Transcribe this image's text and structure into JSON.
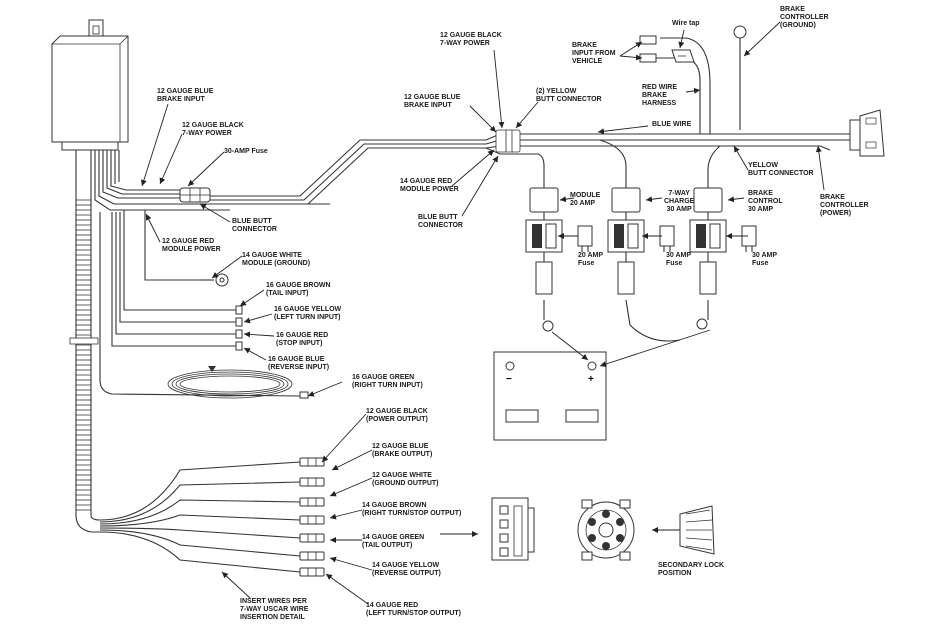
{
  "labels": {
    "brake_controller_ground": "BRAKE\nCONTROLLER\n(GROUND)",
    "wire_tap": "Wire tap",
    "brake_input_from_vehicle": "BRAKE\nINPUT FROM\nVEHICLE",
    "red_wire_brake_harness": "RED WIRE\nBRAKE\nHARNESS",
    "blue_wire": "BLUE WIRE",
    "black_7way_power_top": "12 GAUGE BLACK\n7-WAY POWER",
    "blue_brake_input_top": "12 GAUGE BLUE\nBRAKE INPUT",
    "yellow_butt_connector_2": "(2) YELLOW\nBUTT CONNECTOR",
    "red_module_power_mid": "14 GAUGE RED\nMODULE POWER",
    "blue_butt_connector_mid": "BLUE BUTT\nCONNECTOR",
    "module_20_amp": "MODULE\n20 AMP",
    "charge_7way_30_amp": "7-WAY\nCHARGE\n30 AMP",
    "brake_control_30_amp": "BRAKE\nCONTROL\n30 AMP",
    "yellow_butt_connector": "YELLOW\nBUTT CONNECTOR",
    "brake_controller_power": "BRAKE\nCONTROLLER\n(POWER)",
    "fuse_20": "20 AMP\nFuse",
    "fuse_30_a": "30 AMP\nFuse",
    "fuse_30_b": "30 AMP\nFuse",
    "blue_brake_input_left": "12 GAUGE BLUE\nBRAKE INPUT",
    "black_7way_power_left": "12 GAUGE BLACK\n7-WAY POWER",
    "fuse_30_left": "30-AMP Fuse",
    "blue_butt_connector_left": "BLUE BUTT\nCONNECTOR",
    "red_module_power_left": "12 GAUGE RED\nMODULE POWER",
    "white_module_ground": "14 GAUGE WHITE\nMODULE (GROUND)",
    "brown_tail_input": "16 GAUGE BROWN\n(TAIL INPUT)",
    "yellow_left_turn_input": "16 GAUGE YELLOW\n(LEFT TURN INPUT)",
    "red_stop_input": "16 GAUGE RED\n(STOP INPUT)",
    "blue_reverse_input": "16 GAUGE BLUE\n(REVERSE INPUT)",
    "green_right_turn_input": "16 GAUGE GREEN\n(RIGHT TURN INPUT)",
    "black_power_output": "12 GAUGE BLACK\n(POWER OUTPUT)",
    "blue_brake_output": "12 GAUGE BLUE\n(BRAKE OUTPUT)",
    "white_ground_output": "12 GAUGE WHITE\n(GROUND OUTPUT)",
    "brown_right_turn_stop_output": "14 GAUGE BROWN\n(RIGHT TURN/STOP OUTPUT)",
    "green_tail_output": "14 GAUGE GREEN\n(TAIL OUTPUT)",
    "yellow_reverse_output": "14 GAUGE YELLOW\n(REVERSE OUTPUT)",
    "red_left_turn_stop_output": "14 GAUGE RED\n(LEFT TURN/STOP OUTPUT)",
    "insert_wires": "INSERT WIRES PER\n7-WAY USCAR WIRE\nINSERTION DETAIL",
    "secondary_lock_position": "SECONDARY LOCK\nPOSITION"
  },
  "battery": {
    "negative_symbol": "−",
    "positive_symbol": "+"
  },
  "icons": [
    "module-box-icon",
    "fuse-holder-icon",
    "fuse-icon",
    "ring-terminal-icon",
    "butt-connector-icon",
    "wire-tap-icon",
    "battery-icon",
    "7-way-connector-icon",
    "secondary-lock-icon",
    "coiled-wire-icon"
  ]
}
